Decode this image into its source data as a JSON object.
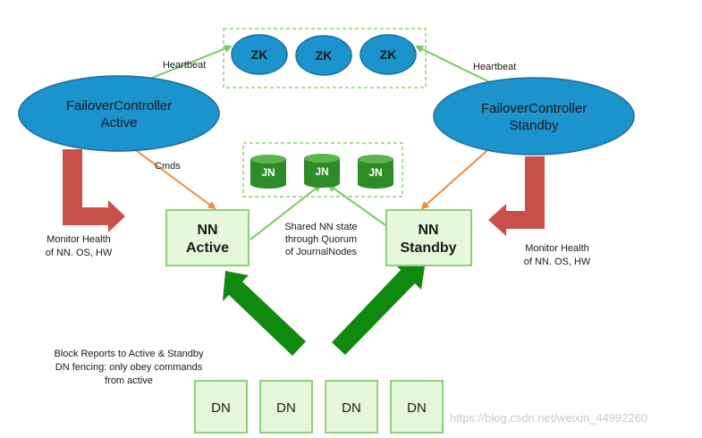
{
  "zookeeper": {
    "nodes": [
      "ZK",
      "ZK",
      "ZK"
    ]
  },
  "journal": {
    "nodes": [
      "JN",
      "JN",
      "JN"
    ]
  },
  "failover_active": {
    "line1": "FailoverController",
    "line2": "Active"
  },
  "failover_standby": {
    "line1": "FailoverController",
    "line2": "Standby"
  },
  "heartbeat_left": "Heartbeat",
  "heartbeat_right": "Heartbeat",
  "cmds": "Cmds",
  "nn_active": {
    "line1": "NN",
    "line2": "Active"
  },
  "nn_standby": {
    "line1": "NN",
    "line2": "Standby"
  },
  "shared_state": [
    "Shared NN state",
    "through Quorum",
    "of JournalNodes"
  ],
  "monitor_left": [
    "Monitor Health",
    "of NN. OS, HW"
  ],
  "monitor_right": [
    "Monitor Health",
    "of NN. OS, HW"
  ],
  "block_reports": [
    "Block Reports to Active & Standby",
    "DN fencing: only obey commands",
    "from active"
  ],
  "datanodes": [
    "DN",
    "DN",
    "DN",
    "DN"
  ],
  "watermark": "https://blog.csdn.net/weixin_44992260",
  "colors": {
    "ellipse_fill": "#1b93cd",
    "ellipse_stroke": "#1f6fa0",
    "box_fill": "#e6f8dc",
    "box_stroke": "#8fd07a",
    "green_arrow": "#0f8a0f",
    "thin_green": "#79c95e",
    "orange": "#ef8a3b",
    "red_arrow": "#c9504a",
    "jn_fill": "#2e8b2a"
  }
}
